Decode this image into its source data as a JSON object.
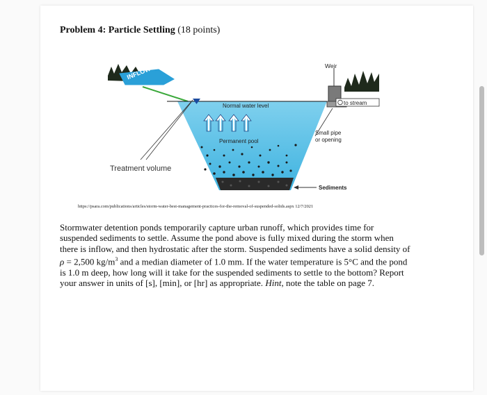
{
  "problem": {
    "heading": "Problem 4: Particle Settling",
    "points": " (18 points)"
  },
  "figure": {
    "inflow": "INFLOW",
    "weir": "Weir",
    "to_stream": "to stream",
    "normal_water_level": "Normal water level",
    "permanent_pool": "Permanent pool",
    "small_pipe_line1": "Small pipe",
    "small_pipe_line2": "or opening",
    "treatment_volume": "Treatment volume",
    "sediments": "Sediments"
  },
  "citation": "https://psara.com/publications/articles/storm-water-best-management-practices-for-the-removal-of-suspended-solids.aspx 12/7/2021",
  "body": {
    "line1": "Stormwater detention ponds temporarily capture urban runoff, which provides time for",
    "line2": "suspended sediments to settle. Assume the pond above is fully mixed during the storm when",
    "line3": "there is inflow, and then hydrostatic after the storm. Suspended sediments have a solid density of",
    "line4a": "ρ",
    "line4b": " = 2,500 kg/m",
    "line4c": "3",
    "line4d": " and a median diameter of 1.0 mm. If the water temperature is 5°C and the pond",
    "line5": "is 1.0 m deep, how long will it take for the suspended sediments to settle to the bottom? Report",
    "line6a": "your answer in units of [s], [min], or [hr] as appropriate. ",
    "line6b": "Hint",
    "line6c": ", note the table on page 7."
  }
}
